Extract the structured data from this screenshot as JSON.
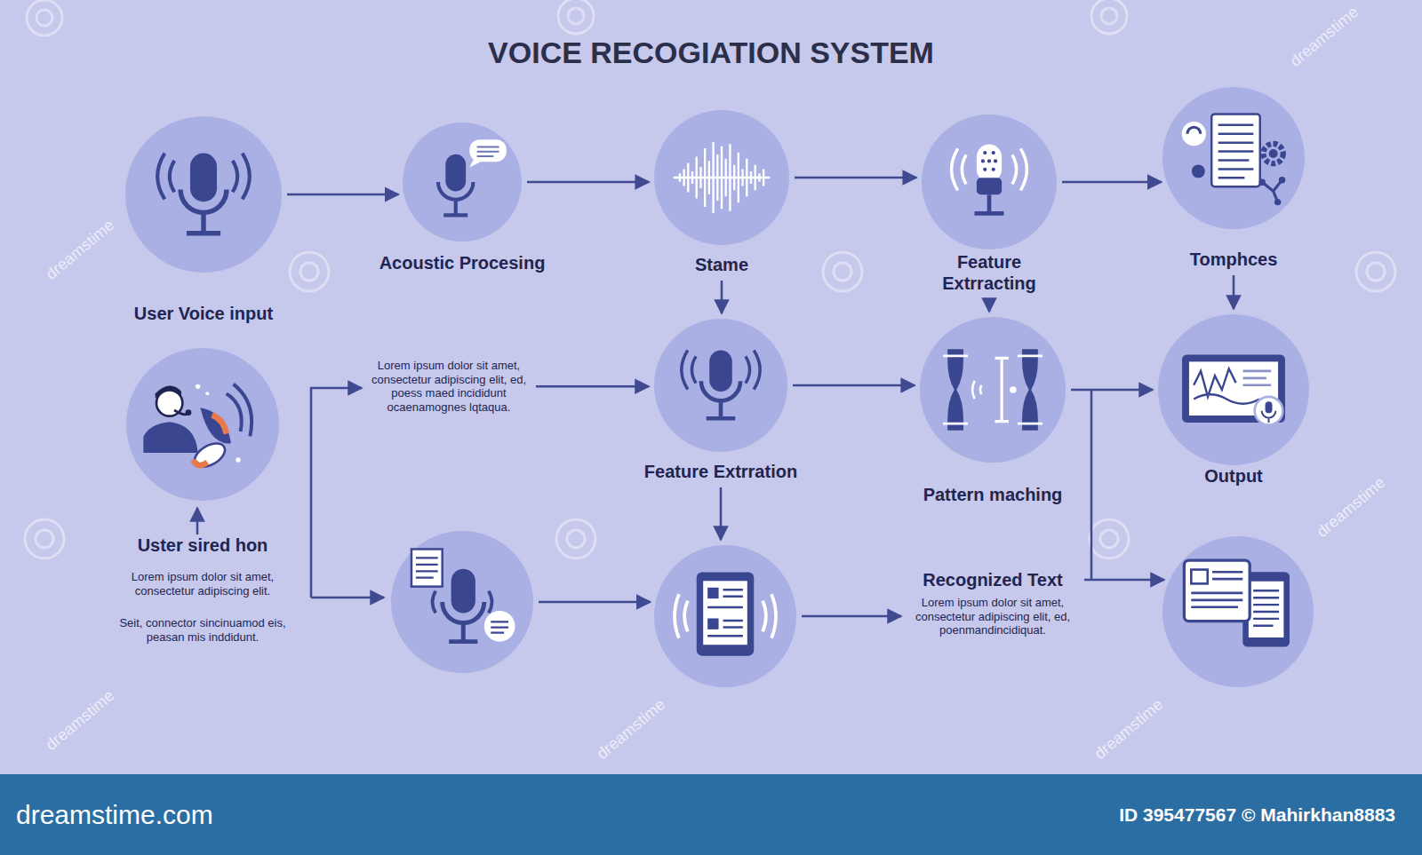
{
  "diagram": {
    "title": "VOICE RECOGIATION SYSTEM",
    "nodes": [
      {
        "text": [
          "User Voice input"
        ]
      },
      {
        "text": [
          "Acoustic Procesing"
        ]
      },
      {
        "text": [
          "Stame"
        ]
      },
      {
        "text": [
          "Feature Extrracting"
        ]
      },
      {
        "text": [
          "Tomphces"
        ]
      },
      {
        "text": [
          "Uster sired hon"
        ]
      },
      {
        "text": [
          "Lorem ipsum dolor sit amet, consectetur adipiscing elit, ed, poess maed incididunt ocaenamognes lqtaqua."
        ]
      },
      {
        "text": [
          "Feature Extrration"
        ]
      },
      {
        "text": [
          "Pattern maching"
        ]
      },
      {
        "text": [
          "Output"
        ]
      },
      {
        "text": []
      },
      {
        "text": []
      },
      {
        "text": [
          "Recognized Text",
          "Lorem ipsum dolor sit amet, consectetur adipiscing elit, ed, poenmandincidiquat."
        ]
      },
      {
        "text": []
      }
    ],
    "edges": [
      {
        "from": 0,
        "to": 1,
        "arrow": "to"
      },
      {
        "from": 1,
        "to": 2,
        "arrow": "to"
      },
      {
        "from": 2,
        "to": 3,
        "arrow": "to"
      },
      {
        "from": 3,
        "to": 4,
        "arrow": "to"
      },
      {
        "from": 2,
        "to": 7,
        "arrow": "to"
      },
      {
        "from": 3,
        "to": 8,
        "arrow": "to"
      },
      {
        "from": 4,
        "to": 9,
        "arrow": "to"
      },
      {
        "from": 6,
        "to": 7,
        "arrow": "to"
      },
      {
        "from": 7,
        "to": 8,
        "arrow": "to"
      },
      {
        "from": 8,
        "to": 9,
        "arrow": "to"
      },
      {
        "from": 7,
        "to": 11,
        "arrow": "to"
      },
      {
        "from": 10,
        "to": 11,
        "arrow": "to"
      },
      {
        "from": 11,
        "to": 12,
        "arrow": "to"
      },
      {
        "from": 12,
        "to": 13,
        "arrow": "to"
      }
    ],
    "labels": [
      "Lorem ipsum dolor sit amet, consectetur adipiscing elit.",
      "Seit, connector sincinuamod eis, peasan mis inddidunt.",
      "dreamstime.com",
      "ID 395477567 © Mahirkhan8883",
      "dreamstime",
      "dreamstime",
      "dreamstime",
      "dreamstime",
      "dreamstime",
      "dreamstime"
    ]
  }
}
